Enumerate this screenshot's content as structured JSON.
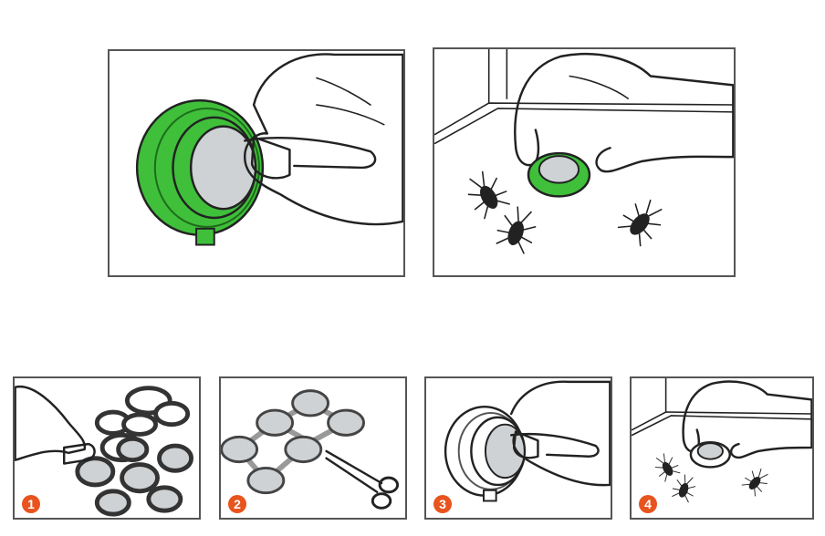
{
  "steps": [
    {
      "number": "1"
    },
    {
      "number": "2"
    },
    {
      "number": "3"
    },
    {
      "number": "4"
    }
  ],
  "colors": {
    "bait_green": "#3fbf3a",
    "badge_orange": "#e8541e",
    "disc_silver": "#cfd2d4",
    "outline": "#222222"
  },
  "icons": [
    "hand-icon",
    "bait-station-icon",
    "cockroach-icon",
    "scissors-icon"
  ]
}
